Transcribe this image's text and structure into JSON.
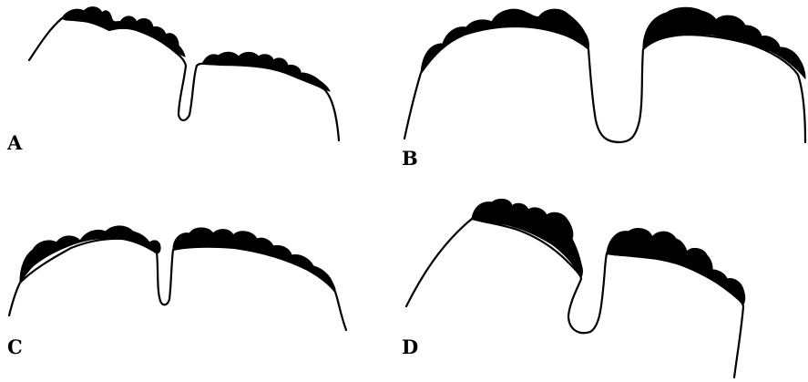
{
  "panels": [
    {
      "label": "A"
    },
    {
      "label": "B"
    },
    {
      "label": "C"
    },
    {
      "label": "D"
    }
  ],
  "colors": {
    "ink": "#000000",
    "background": "#ffffff"
  }
}
